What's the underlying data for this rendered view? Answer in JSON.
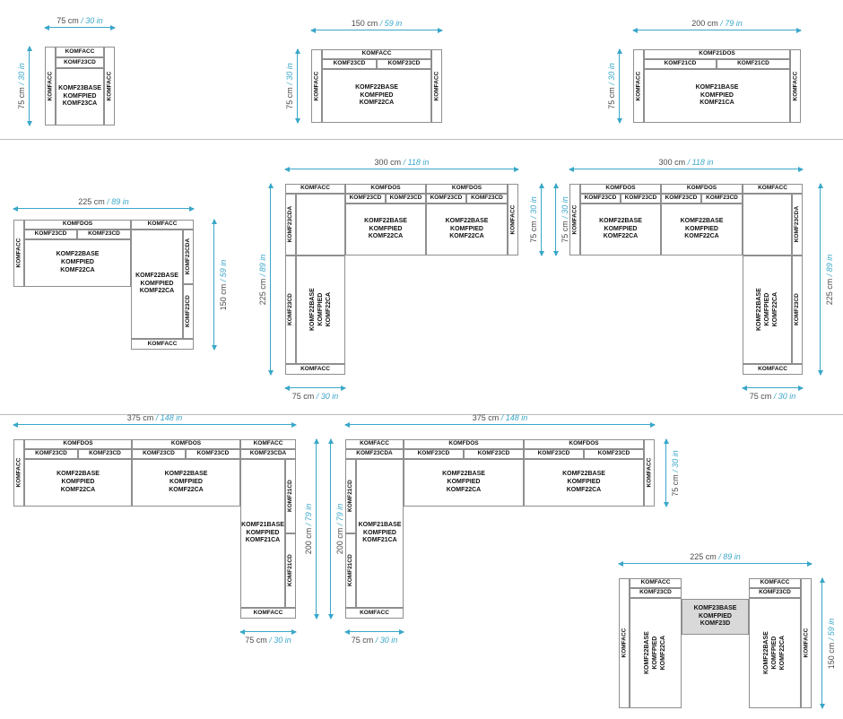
{
  "palette": {
    "dim": "#3aa7c9",
    "border": "#8f8f8f",
    "bridge": "#d9d9d9",
    "cmtext": "#4b4b4b"
  },
  "parts": {
    "acc": "KOMFACC",
    "dos": "KOMFDOS",
    "dos21": "KOMF21DOS",
    "cd23": "KOMF23CD",
    "cda23": "KOMF23CDA",
    "cd21": "KOMF21CD",
    "b23": "KOMF23BASE\nKOMFPIED\nKOMF23CA",
    "b22": "KOMF22BASE\nKOMFPIED\nKOMF22CA",
    "b21": "KOMF21BASE\nKOMFPIED\nKOMF21CA",
    "b23d": "KOMF23BASE\nKOMFPIED\nKOMF23D"
  },
  "dims": {
    "d75": {
      "cm": "75 cm",
      "in": "/ 30 in"
    },
    "d150": {
      "cm": "150 cm",
      "in": "/ 59 in"
    },
    "d200": {
      "cm": "200 cm",
      "in": "/ 79 in"
    },
    "d225": {
      "cm": "225 cm",
      "in": "/ 89 in"
    },
    "d300": {
      "cm": "300 cm",
      "in": "/ 118 in"
    },
    "d375": {
      "cm": "375 cm",
      "in": "/ 148 in"
    }
  }
}
